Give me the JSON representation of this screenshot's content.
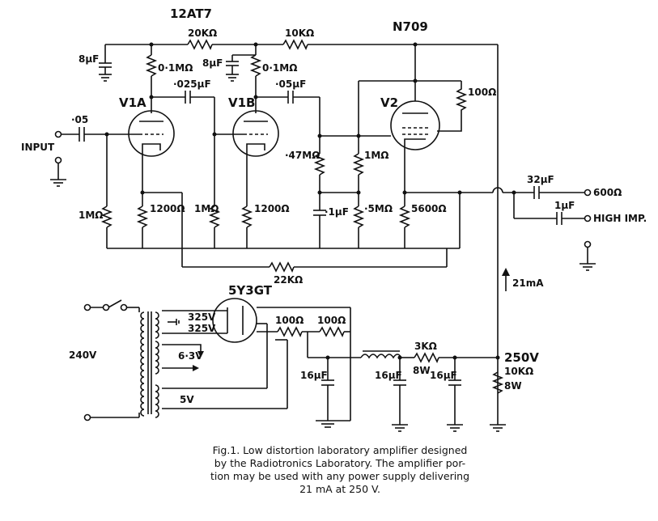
{
  "labels": {
    "tube_12at7": "12AT7",
    "tube_n709": "N709",
    "tube_5y3gt": "5Y3GT",
    "v1a": "V1A",
    "v1b": "V1B",
    "v2": "V2",
    "r_20k": "20K",
    "r_10k_top": "10K",
    "c_8uf_left": "8µF",
    "c_8uf_mid": "8µF",
    "r_0_1m_a": "0·1M",
    "r_0_1m_b": "0·1M",
    "c_025uf": "·025µF",
    "c_05uf": "·05µF",
    "r_100_v2": "100",
    "c_input": "·05",
    "input": "INPUT",
    "r_47m": "·47M",
    "r_1m_v2": "1M",
    "r_1m_in": "1M",
    "r_1200_a": "1200",
    "r_1m_mid": "1M",
    "r_1200_b": "1200",
    "c_1uf": "·1µF",
    "r_5m": "·5M",
    "r_5600": "5600",
    "c_32uf": "32µF",
    "out_600": "600",
    "c_1uf_out": "1µF",
    "out_high": "HIGH IMP.",
    "r_22k": "22K",
    "current": "21mA",
    "v_325_a": "325V",
    "v_325_b": "325V",
    "r_100_ps_a": "100",
    "r_100_ps_b": "100",
    "mains": "240V",
    "v_63": "6·3V",
    "v_5": "5V",
    "c_16uf_a": "16µF",
    "c_16uf_b": "16µF",
    "c_16uf_c": "16µF",
    "r_3k": "3K",
    "r_3k_w": "8W",
    "v_250": "250V",
    "r_10k_ps": "10K",
    "r_10k_ps_w": "8W",
    "ohm": "Ω"
  },
  "caption": [
    "Fig.1. Low distortion laboratory amplifier designed",
    "by the Radiotronics Laboratory.  The amplifier por-",
    "tion may be used with any power supply delivering",
    "21 mA at 250 V."
  ]
}
